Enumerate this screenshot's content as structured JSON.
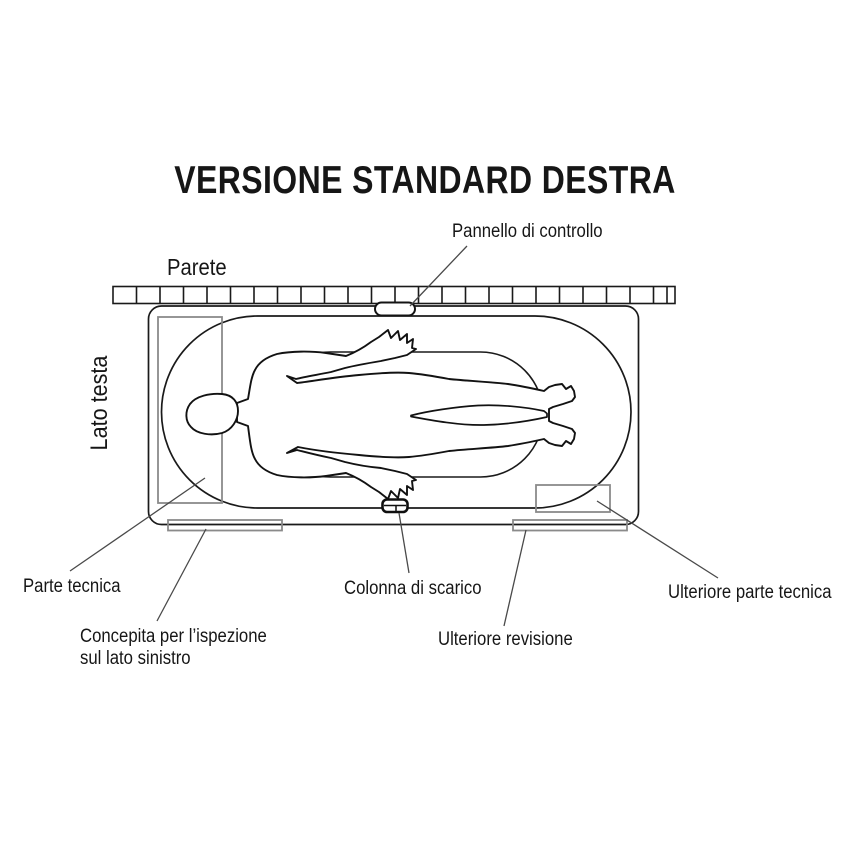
{
  "title": "VERSIONE STANDARD DESTRA",
  "labels": {
    "wall": "Parete",
    "head_side": "Lato testa",
    "control_panel": "Pannello di controllo",
    "technical_part": "Parte tecnica",
    "drain_column": "Colonna di scarico",
    "inspection_note_line1": "Concepita per l’ispezione",
    "inspection_note_line2": "sul lato sinistro",
    "additional_revision": "Ulteriore revisione",
    "additional_technical_part": "Ulteriore parte tecnica"
  },
  "colors": {
    "line": "#161616",
    "gray_zone": "#8a8a8a",
    "leader": "#4a4a4a",
    "background": "#ffffff"
  }
}
